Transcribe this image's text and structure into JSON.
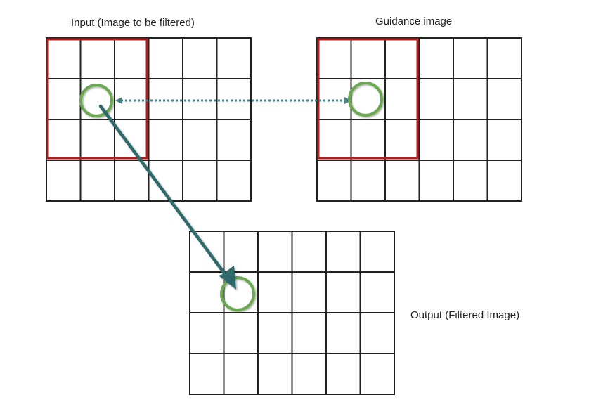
{
  "labels": {
    "input": "Input (Image to be filtered)",
    "guidance": "Guidance image",
    "output": "Output (Filtered Image)"
  },
  "grid": {
    "columns": 6,
    "rows": 4
  },
  "colors": {
    "grid_line": "#222222",
    "window": "#b01e1e",
    "circle": "#6aa84f",
    "arrow": "#2e6b6b",
    "dotted_arrow": "#4a7f86"
  }
}
